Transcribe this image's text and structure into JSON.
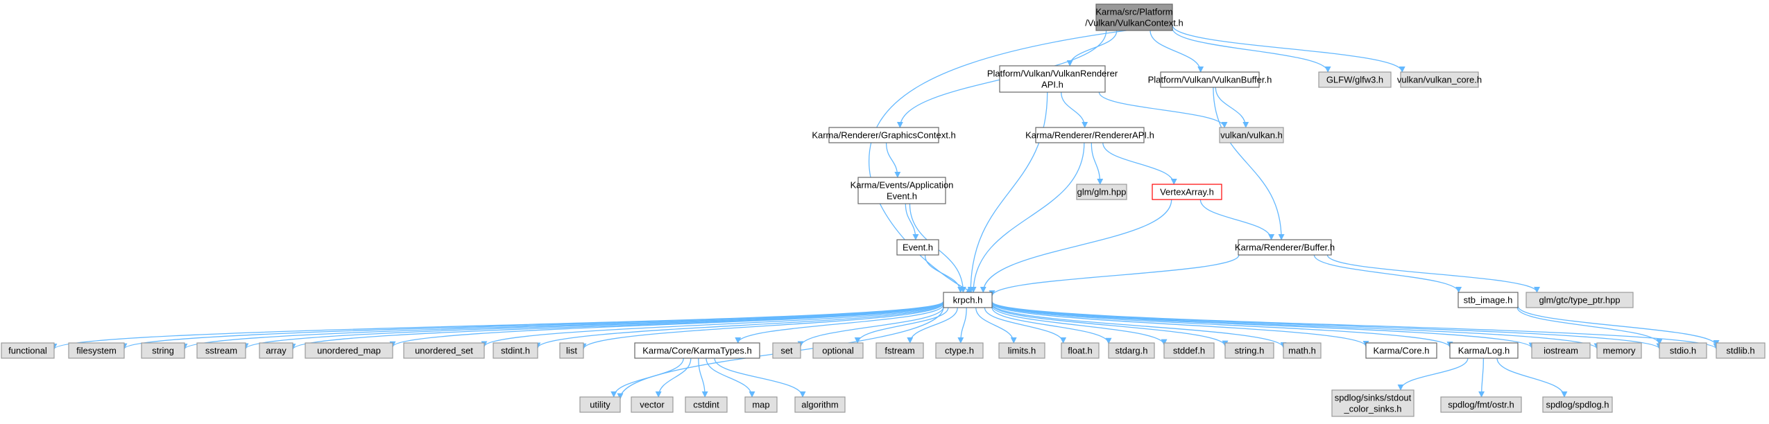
{
  "graph": {
    "styles": {
      "root": {
        "fill": "#999999",
        "stroke": "#666666"
      },
      "normal": {
        "fill": "#ffffff",
        "stroke": "#666666"
      },
      "ext": {
        "fill": "#e0e0e0",
        "stroke": "#999999"
      },
      "red": {
        "fill": "#ffffff",
        "stroke": "#ff0000"
      },
      "edge_color": "#63b8ff"
    },
    "nodes": [
      {
        "id": "root",
        "lines": [
          "Karma/src/Platform",
          "/Vulkan/VulkanContext.h"
        ],
        "style": "root"
      },
      {
        "id": "vrapi",
        "lines": [
          "Platform/Vulkan/VulkanRenderer",
          "API.h"
        ],
        "style": "normal"
      },
      {
        "id": "vbuf",
        "lines": [
          "Platform/Vulkan/VulkanBuffer.h"
        ],
        "style": "normal"
      },
      {
        "id": "glfw",
        "lines": [
          "GLFW/glfw3.h"
        ],
        "style": "ext"
      },
      {
        "id": "vkcore",
        "lines": [
          "vulkan/vulkan_core.h"
        ],
        "style": "ext"
      },
      {
        "id": "gctx",
        "lines": [
          "Karma/Renderer/GraphicsContext.h"
        ],
        "style": "normal"
      },
      {
        "id": "rapi",
        "lines": [
          "Karma/Renderer/RendererAPI.h"
        ],
        "style": "normal"
      },
      {
        "id": "vulkanh",
        "lines": [
          "vulkan/vulkan.h"
        ],
        "style": "ext"
      },
      {
        "id": "appev",
        "lines": [
          "Karma/Events/Application",
          "Event.h"
        ],
        "style": "normal"
      },
      {
        "id": "glm",
        "lines": [
          "glm/glm.hpp"
        ],
        "style": "ext"
      },
      {
        "id": "varr",
        "lines": [
          "VertexArray.h"
        ],
        "style": "red"
      },
      {
        "id": "event",
        "lines": [
          "Event.h"
        ],
        "style": "normal"
      },
      {
        "id": "buffer",
        "lines": [
          "Karma/Renderer/Buffer.h"
        ],
        "style": "normal"
      },
      {
        "id": "krpch",
        "lines": [
          "krpch.h"
        ],
        "style": "normal"
      },
      {
        "id": "stbimg",
        "lines": [
          "stb_image.h"
        ],
        "style": "normal"
      },
      {
        "id": "gtc",
        "lines": [
          "glm/gtc/type_ptr.hpp"
        ],
        "style": "ext"
      },
      {
        "id": "functional",
        "lines": [
          "functional"
        ],
        "style": "ext"
      },
      {
        "id": "filesystem",
        "lines": [
          "filesystem"
        ],
        "style": "ext"
      },
      {
        "id": "string",
        "lines": [
          "string"
        ],
        "style": "ext"
      },
      {
        "id": "sstream",
        "lines": [
          "sstream"
        ],
        "style": "ext"
      },
      {
        "id": "array",
        "lines": [
          "array"
        ],
        "style": "ext"
      },
      {
        "id": "umap",
        "lines": [
          "unordered_map"
        ],
        "style": "ext"
      },
      {
        "id": "uset",
        "lines": [
          "unordered_set"
        ],
        "style": "ext"
      },
      {
        "id": "stdint",
        "lines": [
          "stdint.h"
        ],
        "style": "ext"
      },
      {
        "id": "list",
        "lines": [
          "list"
        ],
        "style": "ext"
      },
      {
        "id": "ktypes",
        "lines": [
          "Karma/Core/KarmaTypes.h"
        ],
        "style": "normal"
      },
      {
        "id": "set",
        "lines": [
          "set"
        ],
        "style": "ext"
      },
      {
        "id": "optional",
        "lines": [
          "optional"
        ],
        "style": "ext"
      },
      {
        "id": "fstream",
        "lines": [
          "fstream"
        ],
        "style": "ext"
      },
      {
        "id": "ctype",
        "lines": [
          "ctype.h"
        ],
        "style": "ext"
      },
      {
        "id": "limits",
        "lines": [
          "limits.h"
        ],
        "style": "ext"
      },
      {
        "id": "float",
        "lines": [
          "float.h"
        ],
        "style": "ext"
      },
      {
        "id": "stdarg",
        "lines": [
          "stdarg.h"
        ],
        "style": "ext"
      },
      {
        "id": "stddef",
        "lines": [
          "stddef.h"
        ],
        "style": "ext"
      },
      {
        "id": "stringh",
        "lines": [
          "string.h"
        ],
        "style": "ext"
      },
      {
        "id": "math",
        "lines": [
          "math.h"
        ],
        "style": "ext"
      },
      {
        "id": "core",
        "lines": [
          "Karma/Core.h"
        ],
        "style": "normal"
      },
      {
        "id": "log",
        "lines": [
          "Karma/Log.h"
        ],
        "style": "normal"
      },
      {
        "id": "iostream",
        "lines": [
          "iostream"
        ],
        "style": "ext"
      },
      {
        "id": "memory",
        "lines": [
          "memory"
        ],
        "style": "ext"
      },
      {
        "id": "stdio",
        "lines": [
          "stdio.h"
        ],
        "style": "ext"
      },
      {
        "id": "stdlib",
        "lines": [
          "stdlib.h"
        ],
        "style": "ext"
      },
      {
        "id": "utility",
        "lines": [
          "utility"
        ],
        "style": "ext"
      },
      {
        "id": "vector",
        "lines": [
          "vector"
        ],
        "style": "ext"
      },
      {
        "id": "cstdint",
        "lines": [
          "cstdint"
        ],
        "style": "ext"
      },
      {
        "id": "map",
        "lines": [
          "map"
        ],
        "style": "ext"
      },
      {
        "id": "algorithm",
        "lines": [
          "algorithm"
        ],
        "style": "ext"
      },
      {
        "id": "spdsinks",
        "lines": [
          "spdlog/sinks/stdout",
          "_color_sinks.h"
        ],
        "style": "ext"
      },
      {
        "id": "spdfmt",
        "lines": [
          "spdlog/fmt/ostr.h"
        ],
        "style": "ext"
      },
      {
        "id": "spdlog",
        "lines": [
          "spdlog/spdlog.h"
        ],
        "style": "ext"
      }
    ],
    "edges": [
      [
        "root",
        "krpch"
      ],
      [
        "root",
        "gctx"
      ],
      [
        "root",
        "vrapi"
      ],
      [
        "root",
        "vbuf"
      ],
      [
        "root",
        "glfw"
      ],
      [
        "root",
        "vkcore"
      ],
      [
        "vrapi",
        "krpch"
      ],
      [
        "vrapi",
        "rapi"
      ],
      [
        "vrapi",
        "vulkanh"
      ],
      [
        "vbuf",
        "vulkanh"
      ],
      [
        "vbuf",
        "buffer"
      ],
      [
        "gctx",
        "appev"
      ],
      [
        "appev",
        "event"
      ],
      [
        "appev",
        "krpch"
      ],
      [
        "event",
        "krpch"
      ],
      [
        "rapi",
        "krpch"
      ],
      [
        "rapi",
        "glm"
      ],
      [
        "rapi",
        "varr"
      ],
      [
        "varr",
        "krpch"
      ],
      [
        "varr",
        "buffer"
      ],
      [
        "buffer",
        "krpch"
      ],
      [
        "buffer",
        "stbimg"
      ],
      [
        "buffer",
        "gtc"
      ],
      [
        "stbimg",
        "stdio"
      ],
      [
        "stbimg",
        "stdlib"
      ],
      [
        "krpch",
        "functional"
      ],
      [
        "krpch",
        "filesystem"
      ],
      [
        "krpch",
        "string"
      ],
      [
        "krpch",
        "sstream"
      ],
      [
        "krpch",
        "array"
      ],
      [
        "krpch",
        "umap"
      ],
      [
        "krpch",
        "uset"
      ],
      [
        "krpch",
        "stdint"
      ],
      [
        "krpch",
        "list"
      ],
      [
        "krpch",
        "utility"
      ],
      [
        "krpch",
        "ktypes"
      ],
      [
        "krpch",
        "set"
      ],
      [
        "krpch",
        "optional"
      ],
      [
        "krpch",
        "fstream"
      ],
      [
        "krpch",
        "ctype"
      ],
      [
        "krpch",
        "limits"
      ],
      [
        "krpch",
        "float"
      ],
      [
        "krpch",
        "stdarg"
      ],
      [
        "krpch",
        "stddef"
      ],
      [
        "krpch",
        "stringh"
      ],
      [
        "krpch",
        "math"
      ],
      [
        "krpch",
        "core"
      ],
      [
        "krpch",
        "log"
      ],
      [
        "krpch",
        "iostream"
      ],
      [
        "krpch",
        "memory"
      ],
      [
        "krpch",
        "stdio"
      ],
      [
        "krpch",
        "stdlib"
      ],
      [
        "ktypes",
        "utility"
      ],
      [
        "ktypes",
        "vector"
      ],
      [
        "ktypes",
        "cstdint"
      ],
      [
        "ktypes",
        "map"
      ],
      [
        "ktypes",
        "algorithm"
      ],
      [
        "log",
        "spdsinks"
      ],
      [
        "log",
        "spdfmt"
      ],
      [
        "log",
        "spdlog"
      ]
    ]
  }
}
